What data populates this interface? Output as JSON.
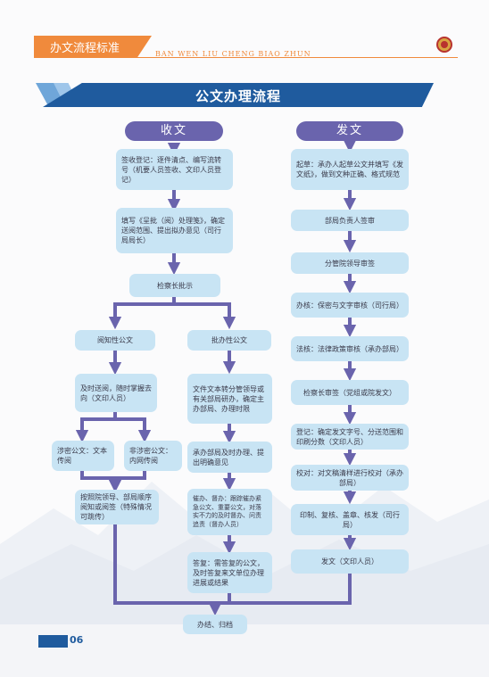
{
  "header": {
    "section_title": "办文流程标准",
    "pinyin": "BAN WEN LIU CHENG BIAO ZHUN"
  },
  "banner": {
    "title": "公文办理流程"
  },
  "receive": {
    "title": "收文",
    "register": "签收登记：逐件清点、编写流转号（机要人员签收、文印人员登记）",
    "fill_form": "填写《呈批（阅）处理笺》，确定送阅范围、提出拟办意见（司行局局长）",
    "approve": "检察长批示",
    "for_reading": "阅知性公文",
    "for_handling": "批办性公文",
    "timely_send": "及时送阅，随时掌握去向（文印人员）",
    "classified": "涉密公文：文本传阅",
    "unclassified": "非涉密公文：内网传阅",
    "circulate": "按照院领导、部局顺序阅知或阅签（特殊情况可跳传）",
    "forward": "文件文本转分管领导或有关部局研办，确定主办部局、办理时限",
    "dept_handle": "承办部局及时办理、提出明确意见",
    "urge": "催办、督办：跟踪催办紧急公文、重要公文，对落实不力的及时督办、问责追责（督办人员）",
    "reply": "答复：需答复的公文，及时答复来文单位办理进展或结果",
    "archive": "办结、归档"
  },
  "send": {
    "title": "发文",
    "draft": "起草：承办人起草公文并填写《发文纸》，做到文种正确、格式规范",
    "dept_sign": "部局负责人签审",
    "leader_review": "分管院领导审签",
    "office_review": "办核：保密与文字审核（司行局）",
    "legal_review": "法核：法律政策审核（承办部局）",
    "chief_sign": "检察长审签（党组或院发文）",
    "register": "登记：确定发文字号、分送范围和印刷分数（文印人员）",
    "proofread": "校对：对文稿清样进行校对（承办部局）",
    "print": "印制、复核、盖章、核发（司行局）",
    "issue": "发文（文印人员）"
  },
  "footer": {
    "page": "06"
  },
  "colors": {
    "accent": "#f08a3c",
    "banner": "#1f5b9e",
    "header_pill": "#6a64ad",
    "box": "#c8e4f4",
    "arrow": "#6a64ad"
  }
}
